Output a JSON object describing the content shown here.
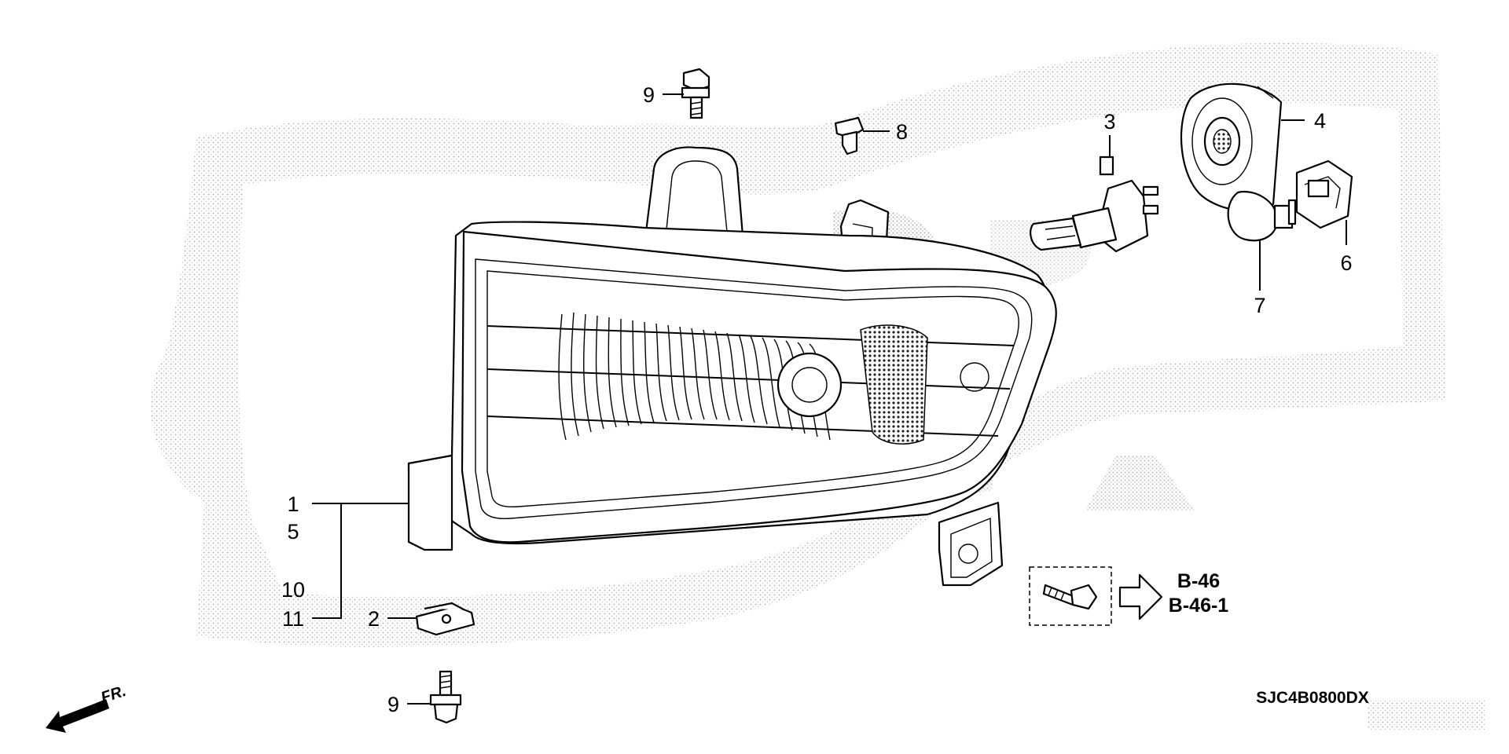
{
  "diagram": {
    "callouts": {
      "p1": "1",
      "p5": "5",
      "p10": "10",
      "p11": "11",
      "p2": "2",
      "p3": "3",
      "p4": "4",
      "p6": "6",
      "p7": "7",
      "p8": "8",
      "p9_top": "9",
      "p9_bottom": "9"
    },
    "reference": {
      "primary": "B-46",
      "secondary": "B-46-1"
    },
    "front_label": "FR.",
    "diagram_code": "SJC4B0800DX",
    "parts_shown": [
      "headlight-assembly",
      "bulb-h4",
      "bulb-socket-cover",
      "bulb-socket",
      "turn-bulb",
      "bolt",
      "clip",
      "spring-nut"
    ]
  }
}
